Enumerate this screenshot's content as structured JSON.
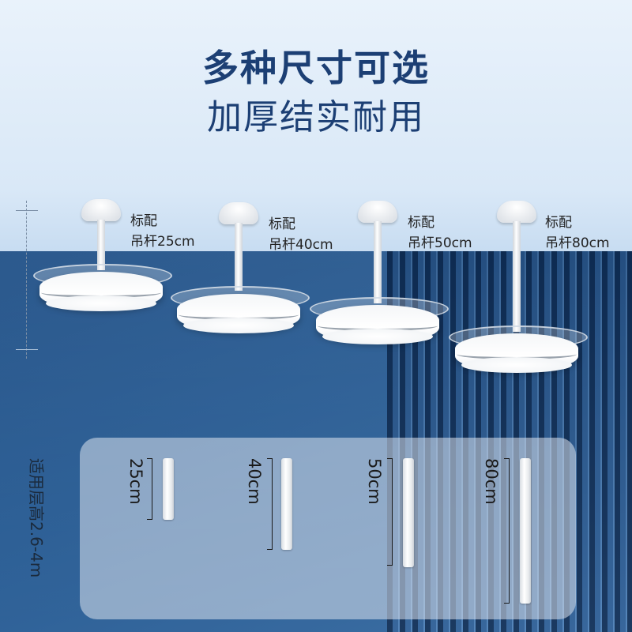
{
  "header": {
    "title": "多种尺寸可选",
    "subtitle": "加厚结实耐用"
  },
  "fans": [
    {
      "label_top": "标配",
      "label_bottom": "吊杆25cm"
    },
    {
      "label_top": "标配",
      "label_bottom": "吊杆40cm"
    },
    {
      "label_top": "标配",
      "label_bottom": "吊杆50cm"
    },
    {
      "label_top": "标配",
      "label_bottom": "吊杆80cm"
    }
  ],
  "rods": [
    {
      "label": "25cm"
    },
    {
      "label": "40cm"
    },
    {
      "label": "50cm"
    },
    {
      "label": "80cm"
    }
  ],
  "range": {
    "label": "适用层高2.6-4m"
  },
  "colors": {
    "title": "#1c3f74",
    "wall": "#2a5d94",
    "slats_dark": "#0f2f58"
  }
}
